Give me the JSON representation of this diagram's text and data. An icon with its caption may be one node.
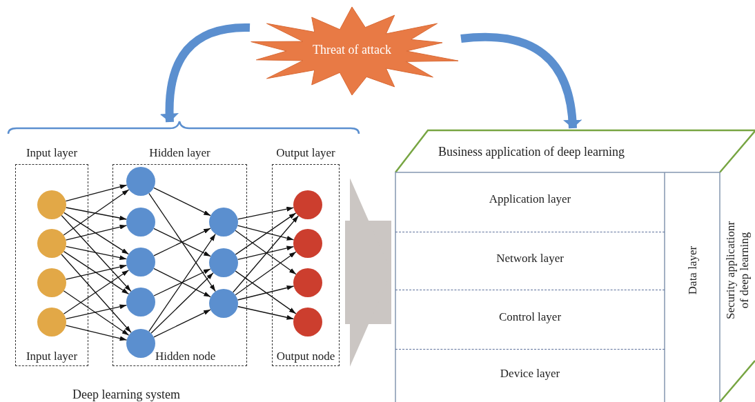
{
  "diagram": {
    "nodes": [
      {
        "text": [
          "Threat of attack"
        ]
      },
      {
        "text": [
          "Deep learning system"
        ]
      },
      {
        "text": [
          "Input layer",
          "Input layer"
        ],
        "in": 1
      },
      {
        "text": [
          "Hidden layer",
          "Hidden node"
        ],
        "in": 1
      },
      {
        "text": [
          "Output layer",
          "Output node"
        ],
        "in": 1
      },
      {
        "text": [],
        "shape": "circle",
        "in": 2
      },
      {
        "text": [],
        "shape": "circle",
        "in": 2
      },
      {
        "text": [],
        "shape": "circle",
        "in": 2
      },
      {
        "text": [],
        "shape": "circle",
        "in": 2
      },
      {
        "text": [],
        "shape": "circle",
        "in": 3
      },
      {
        "text": [],
        "shape": "circle",
        "in": 3
      },
      {
        "text": [],
        "shape": "circle",
        "in": 3
      },
      {
        "text": [],
        "shape": "circle",
        "in": 3
      },
      {
        "text": [],
        "shape": "circle",
        "in": 3
      },
      {
        "text": [],
        "shape": "circle",
        "in": 3
      },
      {
        "text": [],
        "shape": "circle",
        "in": 3
      },
      {
        "text": [],
        "shape": "circle",
        "in": 3
      },
      {
        "text": [],
        "shape": "circle",
        "in": 4
      },
      {
        "text": [],
        "shape": "circle",
        "in": 4
      },
      {
        "text": [],
        "shape": "circle",
        "in": 4
      },
      {
        "text": [],
        "shape": "circle",
        "in": 4
      },
      {
        "text": [
          "Business application of deep learning"
        ]
      },
      {
        "text": [
          "Application layer"
        ],
        "in": 21
      },
      {
        "text": [
          "Network layer"
        ],
        "in": 21
      },
      {
        "text": [
          "Control layer"
        ],
        "in": 21
      },
      {
        "text": [
          "Device layer"
        ],
        "in": 21
      },
      {
        "text": [
          "Data layer"
        ],
        "in": 21
      },
      {
        "text": [
          "Security applicationr of deep learning"
        ],
        "in": 21
      }
    ],
    "edges": [
      {
        "from": 0,
        "to": 1,
        "arrow": "to",
        "style": "thick",
        "color": "#5b8fcf"
      },
      {
        "from": 0,
        "to": 21,
        "arrow": "to",
        "style": "thick",
        "color": "#5b8fcf"
      },
      {
        "from": 1,
        "to": 21,
        "arrow": "to",
        "style": "thick",
        "color": "#cbc6c3"
      },
      {
        "from": 5,
        "to": 9,
        "arrow": "to"
      },
      {
        "from": 5,
        "to": 10,
        "arrow": "to"
      },
      {
        "from": 5,
        "to": 11,
        "arrow": "to"
      },
      {
        "from": 5,
        "to": 12,
        "arrow": "to"
      },
      {
        "from": 6,
        "to": 9,
        "arrow": "to"
      },
      {
        "from": 6,
        "to": 10,
        "arrow": "to"
      },
      {
        "from": 6,
        "to": 11,
        "arrow": "to"
      },
      {
        "from": 6,
        "to": 12,
        "arrow": "to"
      },
      {
        "from": 6,
        "to": 13,
        "arrow": "to"
      },
      {
        "from": 7,
        "to": 11,
        "arrow": "to"
      },
      {
        "from": 7,
        "to": 13,
        "arrow": "to"
      },
      {
        "from": 8,
        "to": 11,
        "arrow": "to"
      },
      {
        "from": 8,
        "to": 12,
        "arrow": "to"
      },
      {
        "from": 8,
        "to": 13,
        "arrow": "to"
      },
      {
        "from": 9,
        "to": 14,
        "arrow": "to"
      },
      {
        "from": 9,
        "to": 16,
        "arrow": "to"
      },
      {
        "from": 10,
        "to": 15,
        "arrow": "to"
      },
      {
        "from": 11,
        "to": 14,
        "arrow": "to"
      },
      {
        "from": 11,
        "to": 16,
        "arrow": "to"
      },
      {
        "from": 12,
        "to": 15,
        "arrow": "to"
      },
      {
        "from": 13,
        "to": 14,
        "arrow": "to"
      },
      {
        "from": 13,
        "to": 15,
        "arrow": "to"
      },
      {
        "from": 13,
        "to": 16,
        "arrow": "to"
      },
      {
        "from": 14,
        "to": 17,
        "arrow": "to"
      },
      {
        "from": 14,
        "to": 18,
        "arrow": "to"
      },
      {
        "from": 14,
        "to": 19,
        "arrow": "to"
      },
      {
        "from": 15,
        "to": 17,
        "arrow": "to"
      },
      {
        "from": 15,
        "to": 18,
        "arrow": "to"
      },
      {
        "from": 15,
        "to": 20,
        "arrow": "to"
      },
      {
        "from": 16,
        "to": 17,
        "arrow": "to"
      },
      {
        "from": 16,
        "to": 18,
        "arrow": "to"
      },
      {
        "from": 16,
        "to": 19,
        "arrow": "to"
      },
      {
        "from": 16,
        "to": 20,
        "arrow": "to"
      }
    ]
  }
}
